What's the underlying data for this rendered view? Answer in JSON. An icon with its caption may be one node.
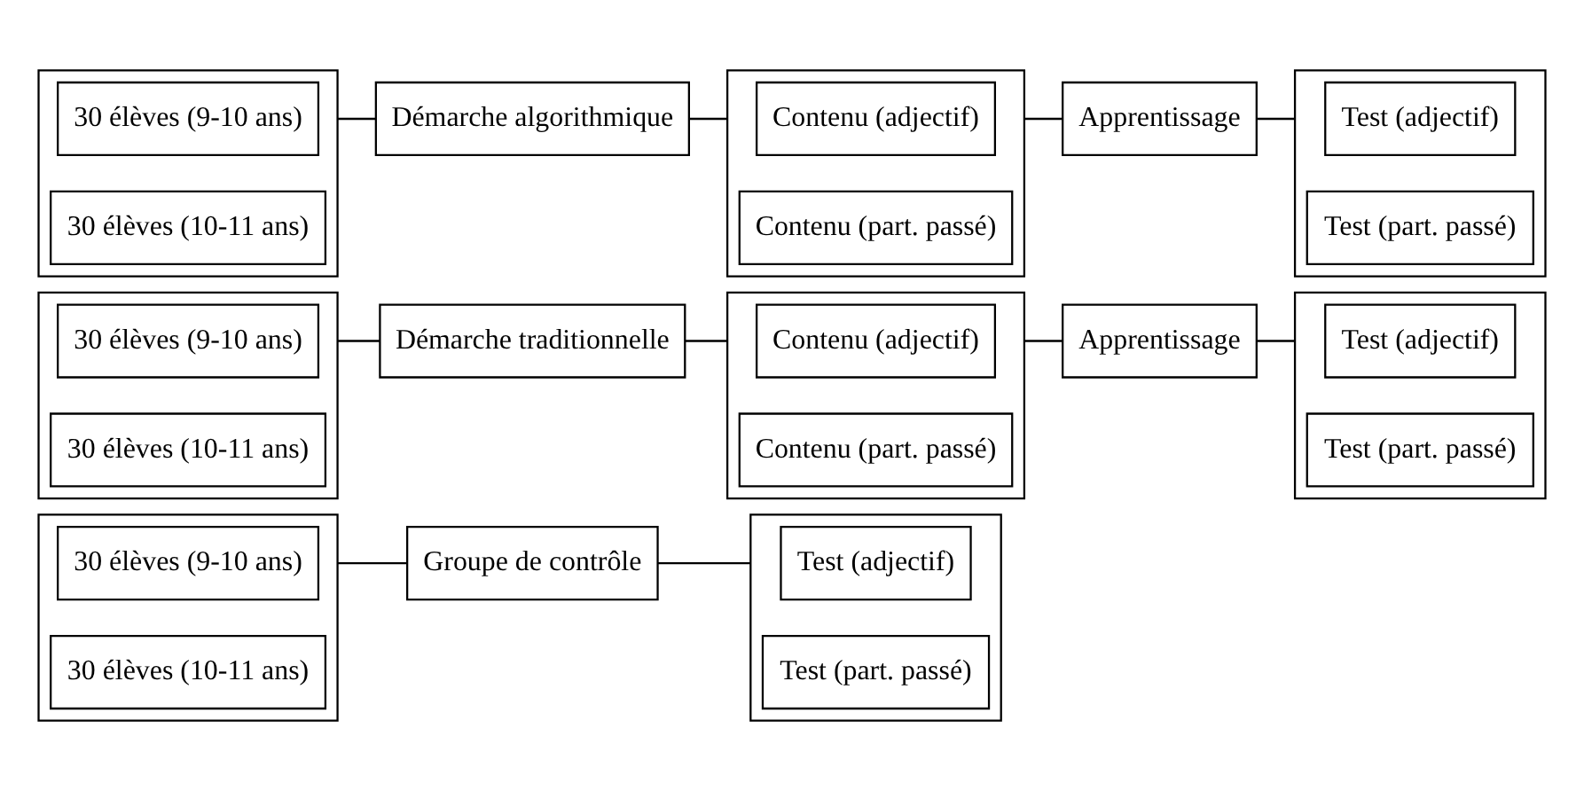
{
  "diagram": {
    "nodes": [
      {
        "text": [],
        "shape": "box"
      },
      {
        "text": [
          "30 élèves (9-10 ans)"
        ],
        "in": 0
      },
      {
        "text": [
          "30 élèves (10-11 ans)"
        ],
        "in": 0
      },
      {
        "text": [
          "Démarche algorithmique"
        ]
      },
      {
        "text": [],
        "shape": "box"
      },
      {
        "text": [
          "Contenu (adjectif)"
        ],
        "in": 4
      },
      {
        "text": [
          "Contenu (part. passé)"
        ],
        "in": 4
      },
      {
        "text": [
          "Apprentissage"
        ]
      },
      {
        "text": [],
        "shape": "box"
      },
      {
        "text": [
          "Test (adjectif)"
        ],
        "in": 8
      },
      {
        "text": [
          "Test (part. passé)"
        ],
        "in": 8
      },
      {
        "text": [],
        "shape": "box"
      },
      {
        "text": [
          "30 élèves (9-10 ans)"
        ],
        "in": 11
      },
      {
        "text": [
          "30 élèves (10-11 ans)"
        ],
        "in": 11
      },
      {
        "text": [
          "Démarche traditionnelle"
        ]
      },
      {
        "text": [],
        "shape": "box"
      },
      {
        "text": [
          "Contenu (adjectif)"
        ],
        "in": 15
      },
      {
        "text": [
          "Contenu (part. passé)"
        ],
        "in": 15
      },
      {
        "text": [
          "Apprentissage"
        ]
      },
      {
        "text": [],
        "shape": "box"
      },
      {
        "text": [
          "Test (adjectif)"
        ],
        "in": 19
      },
      {
        "text": [
          "Test (part. passé)"
        ],
        "in": 19
      },
      {
        "text": [],
        "shape": "box"
      },
      {
        "text": [
          "30 élèves (9-10 ans)"
        ],
        "in": 22
      },
      {
        "text": [
          "30 élèves (10-11 ans)"
        ],
        "in": 22
      },
      {
        "text": [
          "Groupe de contrôle"
        ]
      },
      {
        "text": [],
        "shape": "box"
      },
      {
        "text": [
          "Test (adjectif)"
        ],
        "in": 26
      },
      {
        "text": [
          "Test (part. passé)"
        ],
        "in": 26
      }
    ],
    "edges": [
      {
        "from": 0,
        "to": 3,
        "arrow": "none"
      },
      {
        "from": 3,
        "to": 4,
        "arrow": "none"
      },
      {
        "from": 4,
        "to": 7,
        "arrow": "none"
      },
      {
        "from": 7,
        "to": 8,
        "arrow": "none"
      },
      {
        "from": 11,
        "to": 14,
        "arrow": "none"
      },
      {
        "from": 14,
        "to": 15,
        "arrow": "none"
      },
      {
        "from": 15,
        "to": 18,
        "arrow": "none"
      },
      {
        "from": 18,
        "to": 19,
        "arrow": "none"
      },
      {
        "from": 22,
        "to": 25,
        "arrow": "none"
      },
      {
        "from": 25,
        "to": 26,
        "arrow": "none"
      }
    ]
  }
}
